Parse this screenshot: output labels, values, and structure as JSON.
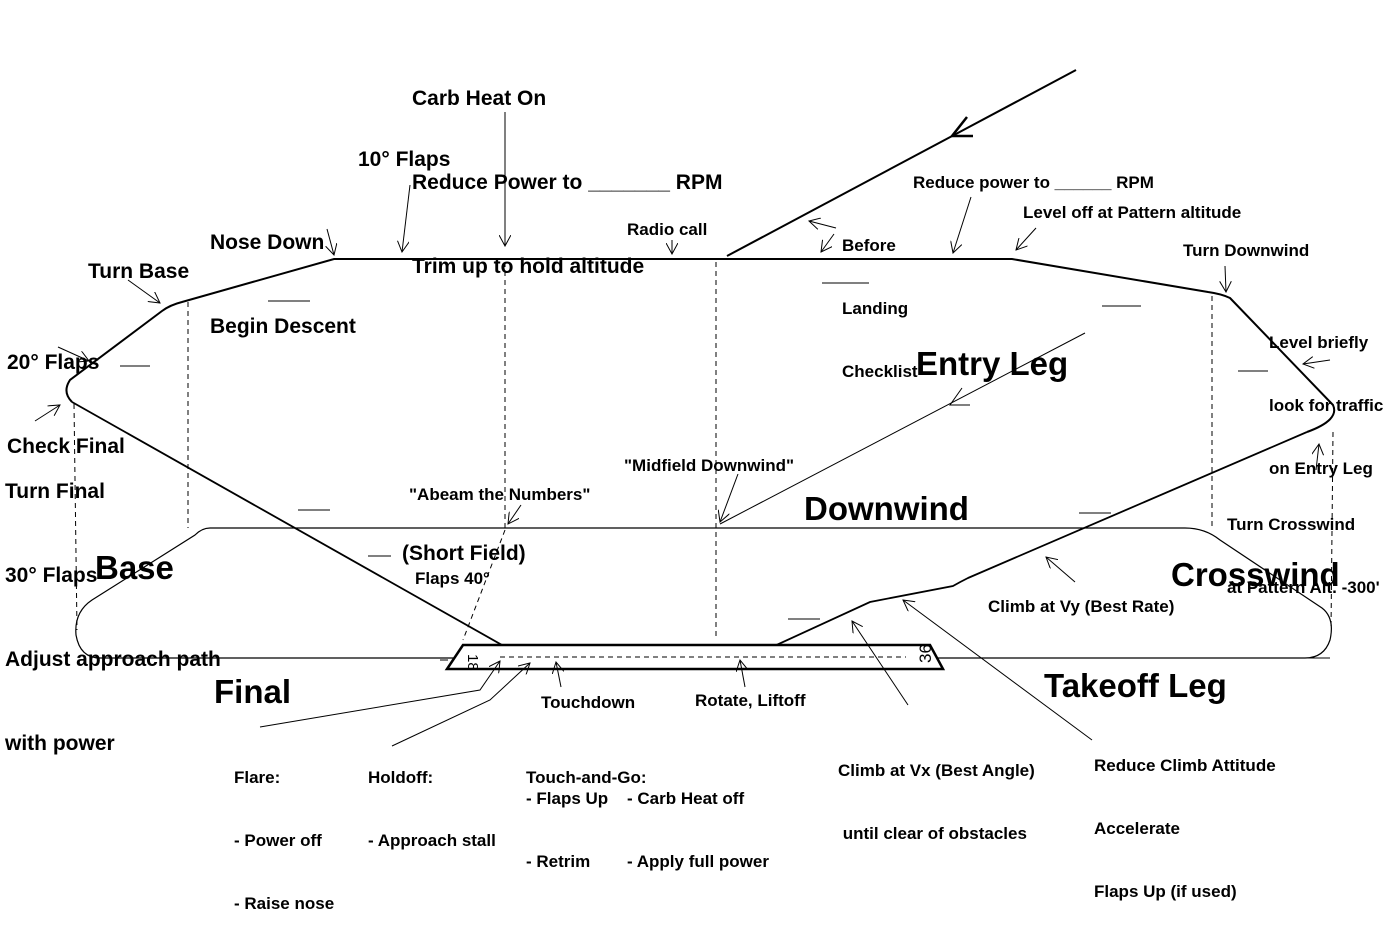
{
  "diagram": {
    "title": "Traffic Pattern Procedures",
    "colors": {
      "ink": "#000000",
      "background": "#ffffff"
    },
    "legs": {
      "entry": "Entry Leg",
      "downwind": "Downwind",
      "base": "Base",
      "final": "Final",
      "crosswind": "Crosswind",
      "takeoff": "Takeoff Leg"
    },
    "runway": {
      "approach_end": "18",
      "departure_end": "36"
    },
    "annotations": {
      "carb_heat": [
        "Carb Heat On",
        "Reduce Power to _______ RPM",
        "Trim up to hold altitude"
      ],
      "ten_flaps": "10° Flaps",
      "nose_down": [
        "Nose Down",
        "Begin Descent"
      ],
      "turn_base": "Turn Base",
      "twenty_flaps": [
        "20° Flaps",
        "Check Final"
      ],
      "turn_final": [
        "Turn Final",
        "30° Flaps",
        "Adjust approach path",
        "with power"
      ],
      "radio_call": "Radio call",
      "before_landing": [
        "Before",
        "Landing",
        "Checklist"
      ],
      "reduce_power_entry": "Reduce power to ______ RPM",
      "level_off": "Level off at Pattern altitude",
      "turn_downwind": "Turn Downwind",
      "level_briefly": [
        "Level briefly",
        "look for traffic",
        "on Entry Leg"
      ],
      "turn_crosswind": [
        "Turn Crosswind",
        "at Pattern Alt. -300'"
      ],
      "midfield": "\"Midfield Downwind\"",
      "abeam": "\"Abeam the Numbers\"",
      "short_field": "(Short Field)",
      "flaps_40": "Flaps 40°",
      "climb_vy": "Climb at Vy (Best Rate)",
      "touchdown": "Touchdown",
      "rotate": "Rotate, Liftoff",
      "climb_vx": [
        "Climb at Vx (Best Angle)",
        " until clear of obstacles"
      ],
      "reduce_climb": [
        "Reduce Climb Attitude",
        "Accelerate",
        "Flaps Up (if used)"
      ],
      "flare": [
        "Flare:",
        "- Power off",
        "- Raise nose"
      ],
      "holdoff": [
        "Holdoff:",
        "- Approach stall"
      ],
      "touch_and_go": {
        "title": "Touch-and-Go:",
        "col1": [
          "- Flaps Up",
          "- Retrim"
        ],
        "col2": [
          "- Carb Heat off",
          "- Apply full power"
        ]
      }
    }
  }
}
